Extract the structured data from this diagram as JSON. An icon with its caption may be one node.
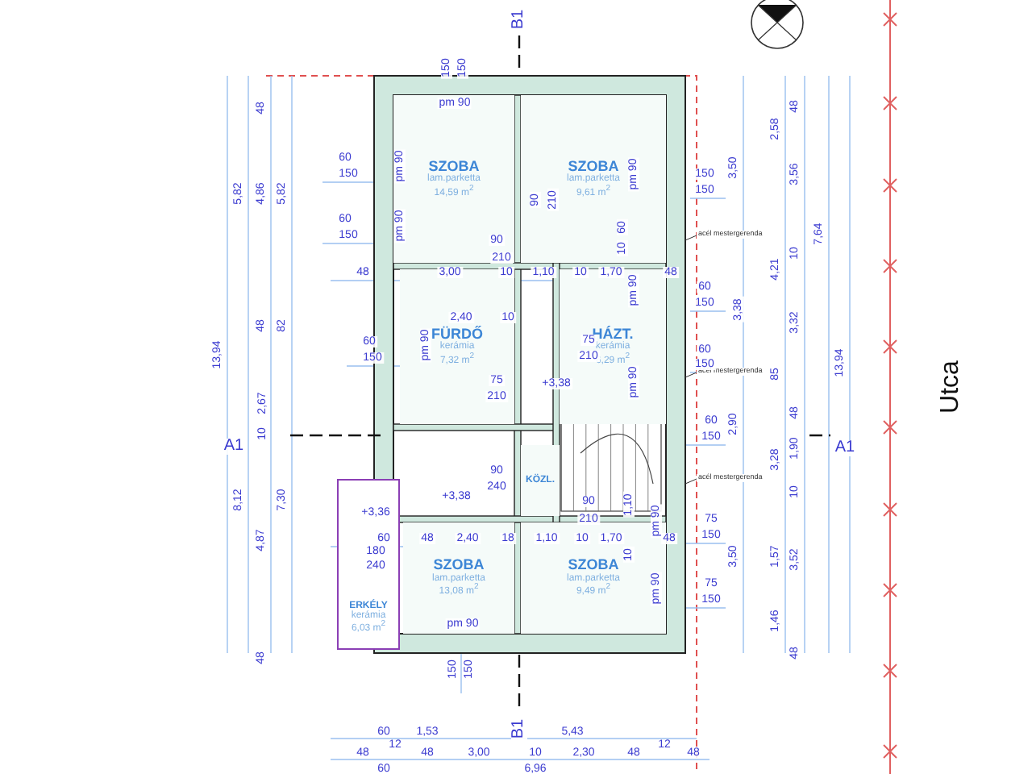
{
  "diagram": {
    "nodes": [
      {
        "text": [
          "SZOBA",
          "lam.parketta",
          "14,59 m$^{2}$"
        ]
      },
      {
        "text": [
          "SZOBA",
          "lam.parketta",
          "9,61 m$^{2}$"
        ]
      },
      {
        "text": [
          "HÁZT.",
          "kerámia",
          "6,29 m$^{2}$"
        ]
      },
      {
        "text": [
          "FÜRDŐ",
          "kerámia",
          "7,32 m$^{2}$"
        ]
      },
      {
        "text": [
          "KÖZL."
        ]
      },
      {
        "text": [
          "SZOBA",
          "lam.parketta",
          "13,08 m$^{2}$"
        ]
      },
      {
        "text": [
          "SZOBA",
          "lam.parketta",
          "9,49 m$^{2}$"
        ]
      },
      {
        "text": [
          "ERKÉLY",
          "kerámia",
          "6,03 m$^{2}$"
        ]
      },
      {
        "text": [
          "acél mestergerenda"
        ]
      },
      {
        "text": [
          "acél mestergerenda"
        ]
      },
      {
        "text": [
          "acél mestergerenda"
        ]
      }
    ],
    "edges": [
      {
        "from": 8,
        "to": null,
        "arrow": "none"
      },
      {
        "from": 9,
        "to": null,
        "arrow": "none"
      },
      {
        "from": 10,
        "to": null,
        "arrow": "none"
      }
    ],
    "labels": [
      "B1",
      "150",
      "150",
      "48",
      "pm 90",
      "48",
      "2,58",
      "60",
      "150",
      "pm 90",
      "3,50",
      "3,56",
      "pm 90",
      "150",
      "150",
      "5,82",
      "4,86",
      "5,82",
      "90",
      "210",
      "60",
      "150",
      "pm 90",
      "60",
      "7,64",
      "90",
      "10",
      "10",
      "210",
      "4,21",
      "48",
      "3,00",
      "10",
      "1,10",
      "10",
      "1,70",
      "pm 90",
      "48",
      "60",
      "150",
      "3,38",
      "2,40",
      "10",
      "3,32",
      "48",
      "82",
      "60",
      "pm 90",
      "75",
      "60",
      "13,94",
      "150",
      "210",
      "150",
      "13,94",
      "75",
      "+3,38",
      "pm 90",
      "85",
      "210",
      "2,67",
      "48",
      "60",
      "2,90",
      "10",
      "A1",
      "150",
      "A1",
      "1,90",
      "3,28",
      "90",
      "240",
      "+3,38",
      "10",
      "8,12",
      "7,30",
      "90",
      "1,10",
      "+3,36",
      "pm 90",
      "210",
      "75",
      "60",
      "48",
      "2,40",
      "18",
      "1,10",
      "10",
      "1,70",
      "48",
      "150",
      "4,87",
      "180",
      "10",
      "3,50",
      "1,57",
      "3,52",
      "240",
      "75",
      "pm 90",
      "150",
      "1,46",
      "pm 90",
      "48",
      "48",
      "150",
      "150",
      "B1",
      "60",
      "1,53",
      "5,43",
      "12",
      "12",
      "48",
      "48",
      "3,00",
      "10",
      "2,30",
      "48",
      "48",
      "60",
      "6,96",
      "Utca"
    ]
  }
}
